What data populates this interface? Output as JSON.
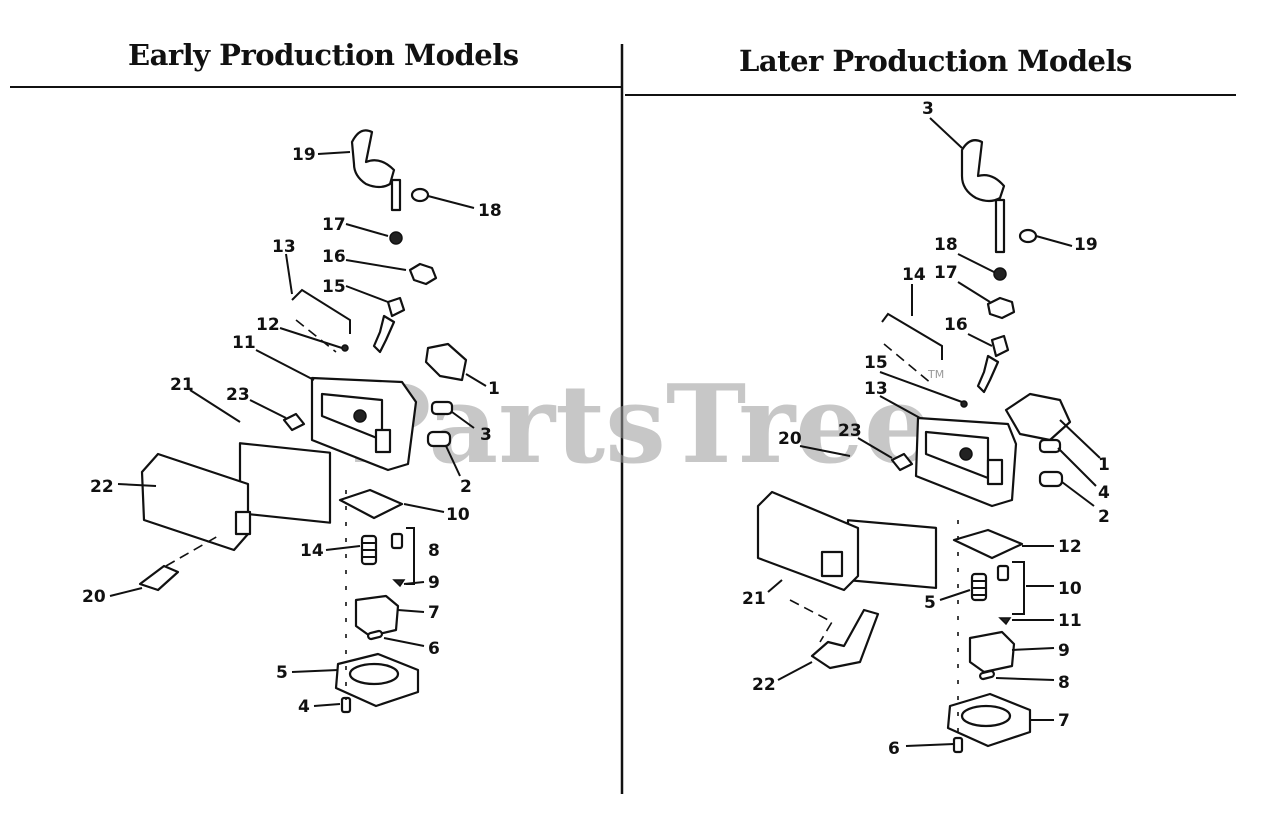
{
  "panels": {
    "left": {
      "title": "Early Production Models"
    },
    "right": {
      "title": "Later Production Models"
    }
  },
  "watermark": {
    "text": "PartsTree",
    "tm": "TM"
  },
  "callouts_left": [
    "19",
    "18",
    "17",
    "16",
    "15",
    "13",
    "12",
    "11",
    "1",
    "3",
    "21",
    "23",
    "2",
    "22",
    "10",
    "14",
    "8",
    "9",
    "7",
    "20",
    "6",
    "5",
    "4"
  ],
  "callouts_right": [
    "3",
    "19",
    "18",
    "17",
    "14",
    "16",
    "15",
    "13",
    "1",
    "4",
    "20",
    "23",
    "2",
    "12",
    "10",
    "5",
    "11",
    "21",
    "9",
    "8",
    "22",
    "7",
    "6"
  ]
}
